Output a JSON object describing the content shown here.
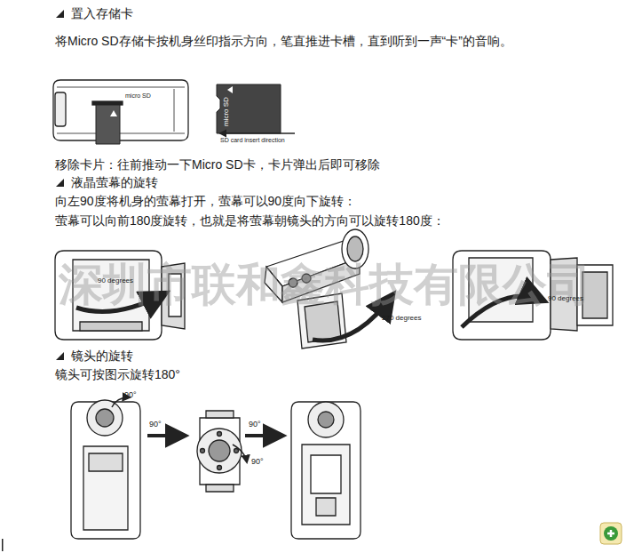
{
  "diagram": {
    "labels": [
      "置入存储卡",
      "将Micro SD存储卡按机身丝印指示方向，笔直推进卡槽，直到听到一声“卡”的音响。",
      "micro SD",
      "micro SD",
      "SD card insert direction",
      "移除卡片：往前推动一下Micro SD卡，卡片弹出后即可移除",
      "液晶萤幕的旋转",
      "向左90度将机身的萤幕打开，萤幕可以90度向下旋转：",
      "萤幕可以向前180度旋转，也就是将萤幕朝镜头的方向可以旋转180度：",
      "深圳市联和鑫科技有限公司",
      "90 degrees",
      "270 degrees",
      "90 degrees",
      "镜头的旋转",
      "镜头可按图示旋转180°",
      "90°",
      "90°",
      "90°",
      "90°"
    ]
  }
}
